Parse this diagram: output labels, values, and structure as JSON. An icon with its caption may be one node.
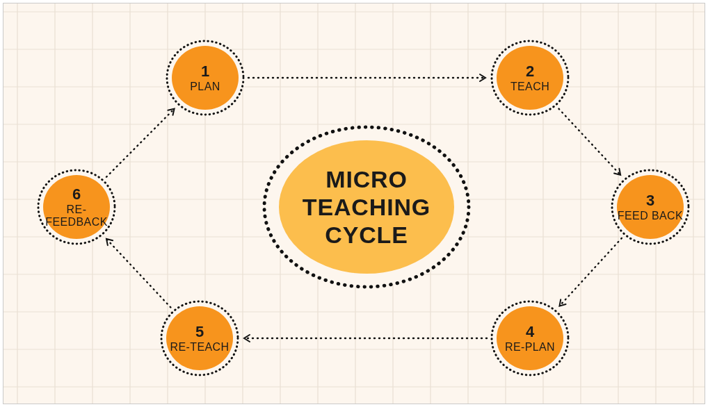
{
  "diagram": {
    "nodes": [
      {
        "text": [
          "1",
          "PLAN"
        ]
      },
      {
        "text": [
          "2",
          "TEACH"
        ]
      },
      {
        "text": [
          "3",
          "FEED BACK"
        ]
      },
      {
        "text": [
          "4",
          "RE-PLAN"
        ]
      },
      {
        "text": [
          "5",
          "RE-TEACH"
        ]
      },
      {
        "text": [
          "6",
          "RE-FEEDBACK"
        ]
      },
      {
        "text": [
          "MICRO TEACHING CYCLE"
        ]
      }
    ],
    "edges": [
      {
        "from": 0,
        "to": 1,
        "arrow": "to"
      },
      {
        "from": 1,
        "to": 2,
        "arrow": "to"
      },
      {
        "from": 2,
        "to": 3,
        "arrow": "to"
      },
      {
        "from": 3,
        "to": 4,
        "arrow": "to"
      },
      {
        "from": 4,
        "to": 5,
        "arrow": "to"
      },
      {
        "from": 5,
        "to": 0,
        "arrow": "to"
      }
    ]
  }
}
